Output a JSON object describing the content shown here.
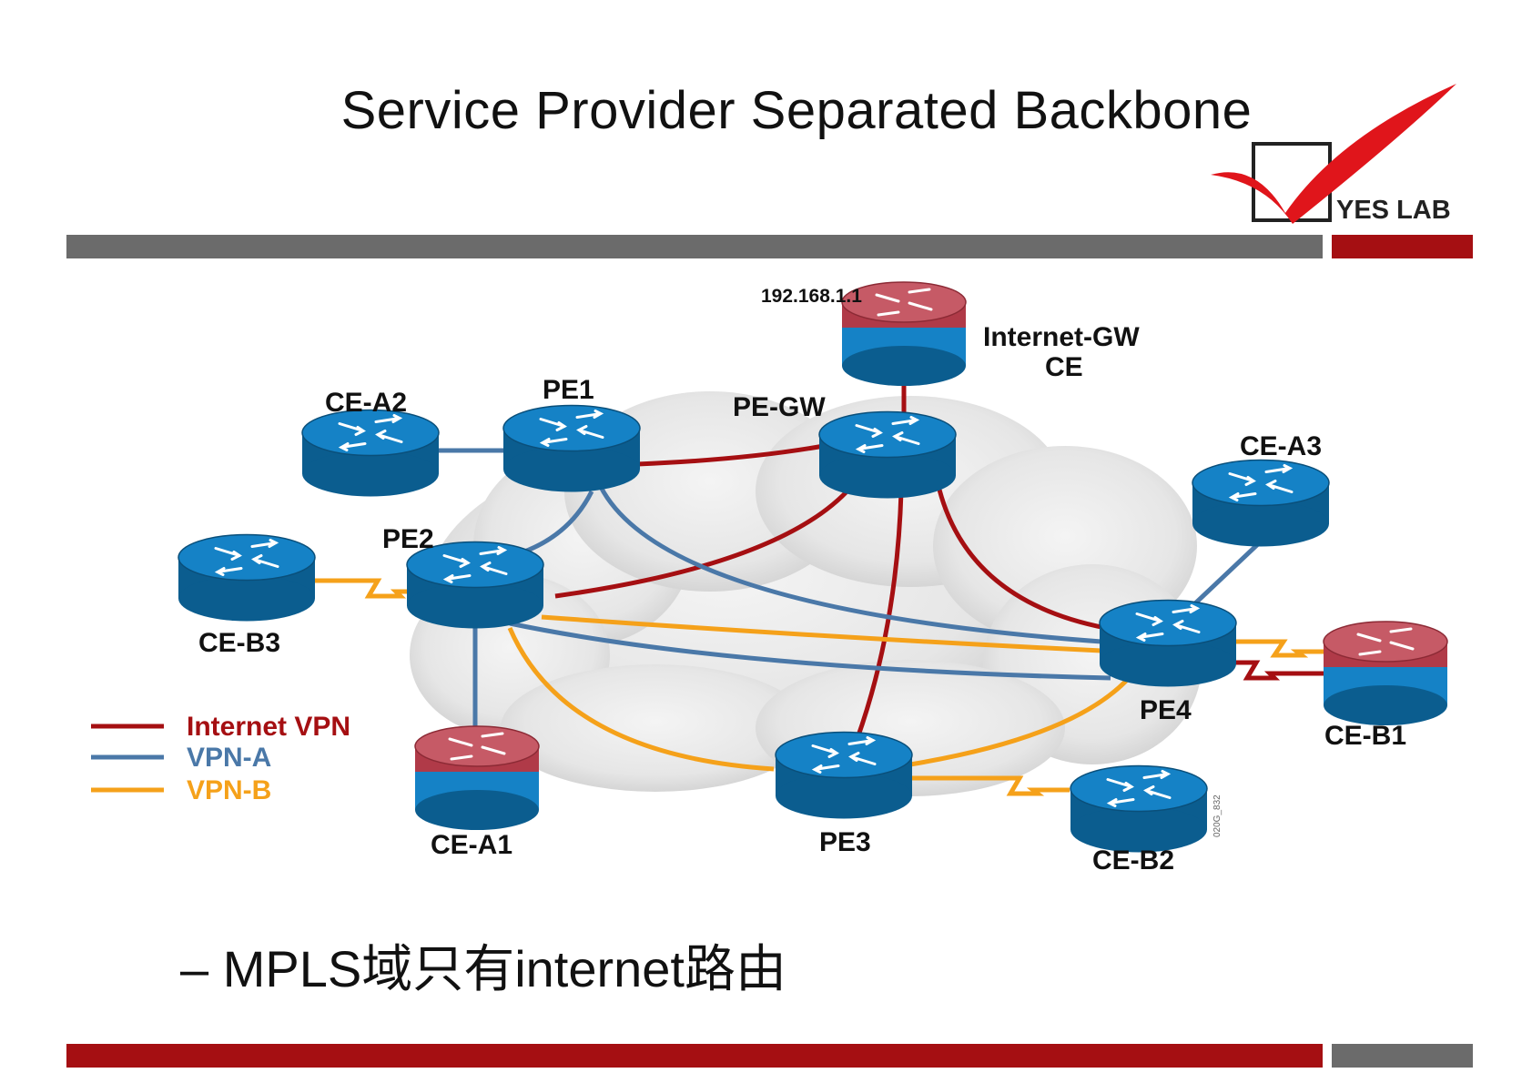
{
  "title": "Service Provider Separated Backbone",
  "logo": {
    "text": "YES LAB",
    "mark": "red-check-in-box"
  },
  "bullet": "– MPLS域只有internet路由",
  "colors": {
    "internet_vpn": "#a50f12",
    "vpn_a": "#4a78a8",
    "vpn_b": "#f5a11a",
    "router_blue": "#1582c6",
    "router_dark": "#0b5d8f",
    "firewall_red": "#c65a66",
    "bar_gray": "#6b6b6b",
    "bar_red": "#a50f12"
  },
  "diagram": {
    "ip_label": "192.168.1.1",
    "watermark": "020G_832",
    "nodes": [
      {
        "id": "internet-gw",
        "label": "Internet-GW\nCE",
        "type": "firewall"
      },
      {
        "id": "pe-gw",
        "label": "PE-GW",
        "type": "router"
      },
      {
        "id": "pe1",
        "label": "PE1",
        "type": "router"
      },
      {
        "id": "ce-a2",
        "label": "CE-A2",
        "type": "router"
      },
      {
        "id": "pe2",
        "label": "PE2",
        "type": "router"
      },
      {
        "id": "ce-b3",
        "label": "CE-B3",
        "type": "router"
      },
      {
        "id": "ce-a3",
        "label": "CE-A3",
        "type": "router"
      },
      {
        "id": "pe4",
        "label": "PE4",
        "type": "router"
      },
      {
        "id": "ce-b1",
        "label": "CE-B1",
        "type": "firewall"
      },
      {
        "id": "ce-a1",
        "label": "CE-A1",
        "type": "firewall"
      },
      {
        "id": "pe3",
        "label": "PE3",
        "type": "router"
      },
      {
        "id": "ce-b2",
        "label": "CE-B2",
        "type": "router"
      }
    ],
    "links": [
      {
        "from": "internet-gw",
        "to": "pe-gw",
        "vpn": "internet_vpn"
      },
      {
        "from": "pe1",
        "to": "pe-gw",
        "vpn": "internet_vpn"
      },
      {
        "from": "pe2",
        "to": "pe-gw",
        "vpn": "internet_vpn"
      },
      {
        "from": "pe3",
        "to": "pe-gw",
        "vpn": "internet_vpn"
      },
      {
        "from": "pe4",
        "to": "pe-gw",
        "vpn": "internet_vpn"
      },
      {
        "from": "pe4",
        "to": "ce-b1",
        "vpn": "internet_vpn"
      },
      {
        "from": "ce-a2",
        "to": "pe1",
        "vpn": "vpn_a"
      },
      {
        "from": "pe1",
        "to": "pe2",
        "vpn": "vpn_a"
      },
      {
        "from": "pe1",
        "to": "pe4",
        "vpn": "vpn_a"
      },
      {
        "from": "pe2",
        "to": "pe4",
        "vpn": "vpn_a"
      },
      {
        "from": "pe2",
        "to": "ce-a1",
        "vpn": "vpn_a"
      },
      {
        "from": "ce-a3",
        "to": "pe4",
        "vpn": "vpn_a"
      },
      {
        "from": "ce-b3",
        "to": "pe2",
        "vpn": "vpn_b"
      },
      {
        "from": "pe2",
        "to": "pe4",
        "vpn": "vpn_b"
      },
      {
        "from": "pe2",
        "to": "pe3",
        "vpn": "vpn_b"
      },
      {
        "from": "pe3",
        "to": "pe4",
        "vpn": "vpn_b"
      },
      {
        "from": "pe3",
        "to": "ce-b2",
        "vpn": "vpn_b"
      },
      {
        "from": "pe4",
        "to": "ce-b1",
        "vpn": "vpn_b"
      }
    ],
    "legend": [
      {
        "label": "Internet VPN",
        "color_key": "internet_vpn"
      },
      {
        "label": "VPN-A",
        "color_key": "vpn_a"
      },
      {
        "label": "VPN-B",
        "color_key": "vpn_b"
      }
    ]
  }
}
